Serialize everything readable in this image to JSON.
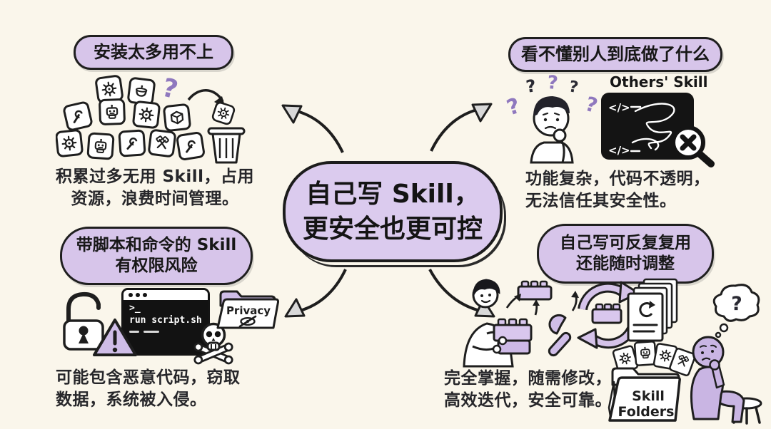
{
  "colors": {
    "background": "#FAF6EB",
    "lavender": "#D7C5EA",
    "bubble_lavender": "#DBCBEE",
    "purple_accent": "#8F78BE",
    "ink": "#1E1E1E",
    "terminal_bg": "#121212",
    "arrow_gray": "#D8D8D8"
  },
  "center": {
    "line1": "自己写 Skill，",
    "line2": "更安全也更可控"
  },
  "top_left": {
    "label": "安装太多用不上",
    "caption_line1": "积累过多无用 Skill，占用",
    "caption_line2": "资源，浪费时间管理。"
  },
  "top_right": {
    "label": "看不懂别人到底做了什么",
    "code_box_title": "Others' Skill",
    "caption_line1": "功能复杂，代码不透明，",
    "caption_line2": "无法信任其安全性。"
  },
  "bottom_left": {
    "label_line1": "带脚本和命令的 Skill",
    "label_line2": "有权限风险",
    "terminal": {
      "prompt": ">_",
      "command": "run script.sh"
    },
    "privacy_folder_label": "Privacy",
    "caption_line1": "可能包含恶意代码，窃取",
    "caption_line2": "数据，系统被入侵。"
  },
  "bottom_right": {
    "label_line1": "自己写可反复复用",
    "label_line2": "还能随时调整",
    "skill_folders_line1": "Skill",
    "skill_folders_line2": "Folders",
    "caption_line1": "完全掌握，随需修改，",
    "caption_line2": "高效迭代，安全可靠。"
  },
  "icons": {
    "question_mark": "?",
    "code_tag": "</>"
  }
}
